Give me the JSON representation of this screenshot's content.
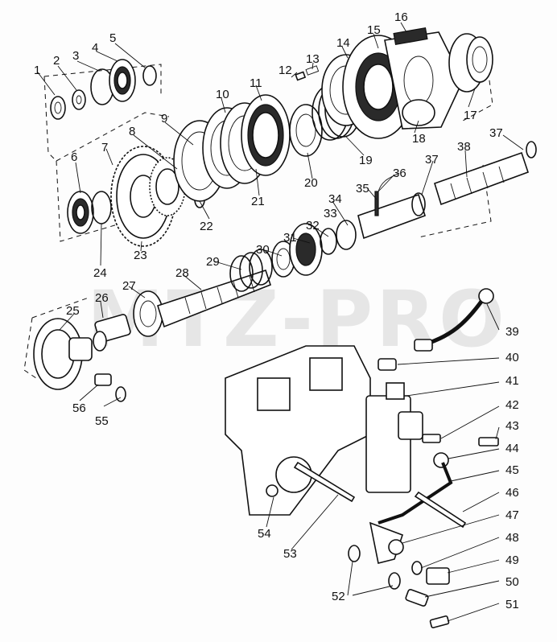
{
  "watermark": "MTZ-PRO",
  "callouts": [
    {
      "id": "c1",
      "text": "1"
    },
    {
      "id": "c2",
      "text": "2"
    },
    {
      "id": "c3",
      "text": "3"
    },
    {
      "id": "c4",
      "text": "4"
    },
    {
      "id": "c5",
      "text": "5"
    },
    {
      "id": "c6",
      "text": "6"
    },
    {
      "id": "c7",
      "text": "7"
    },
    {
      "id": "c8",
      "text": "8"
    },
    {
      "id": "c9",
      "text": "9"
    },
    {
      "id": "c10",
      "text": "10"
    },
    {
      "id": "c11",
      "text": "11"
    },
    {
      "id": "c12",
      "text": "12"
    },
    {
      "id": "c13",
      "text": "13"
    },
    {
      "id": "c14",
      "text": "14"
    },
    {
      "id": "c15",
      "text": "15"
    },
    {
      "id": "c16",
      "text": "16"
    },
    {
      "id": "c17",
      "text": "17"
    },
    {
      "id": "c18",
      "text": "18"
    },
    {
      "id": "c19",
      "text": "19"
    },
    {
      "id": "c20",
      "text": "20"
    },
    {
      "id": "c21",
      "text": "21"
    },
    {
      "id": "c22",
      "text": "22"
    },
    {
      "id": "c23",
      "text": "23"
    },
    {
      "id": "c24",
      "text": "24"
    },
    {
      "id": "c25",
      "text": "25"
    },
    {
      "id": "c26",
      "text": "26"
    },
    {
      "id": "c27",
      "text": "27"
    },
    {
      "id": "c28",
      "text": "28"
    },
    {
      "id": "c29",
      "text": "29"
    },
    {
      "id": "c30",
      "text": "30"
    },
    {
      "id": "c31",
      "text": "31"
    },
    {
      "id": "c32",
      "text": "32"
    },
    {
      "id": "c33",
      "text": "33"
    },
    {
      "id": "c34",
      "text": "34"
    },
    {
      "id": "c35",
      "text": "35"
    },
    {
      "id": "c36",
      "text": "36"
    },
    {
      "id": "c37a",
      "text": "37"
    },
    {
      "id": "c37b",
      "text": "37"
    },
    {
      "id": "c38",
      "text": "38"
    },
    {
      "id": "c39",
      "text": "39"
    },
    {
      "id": "c40",
      "text": "40"
    },
    {
      "id": "c41",
      "text": "41"
    },
    {
      "id": "c42",
      "text": "42"
    },
    {
      "id": "c43",
      "text": "43"
    },
    {
      "id": "c44",
      "text": "44"
    },
    {
      "id": "c45",
      "text": "45"
    },
    {
      "id": "c46",
      "text": "46"
    },
    {
      "id": "c47",
      "text": "47"
    },
    {
      "id": "c48",
      "text": "48"
    },
    {
      "id": "c49",
      "text": "49"
    },
    {
      "id": "c50",
      "text": "50"
    },
    {
      "id": "c51",
      "text": "51"
    },
    {
      "id": "c52",
      "text": "52"
    },
    {
      "id": "c53",
      "text": "53"
    },
    {
      "id": "c54",
      "text": "54"
    },
    {
      "id": "c55",
      "text": "55"
    },
    {
      "id": "c56",
      "text": "56"
    }
  ]
}
